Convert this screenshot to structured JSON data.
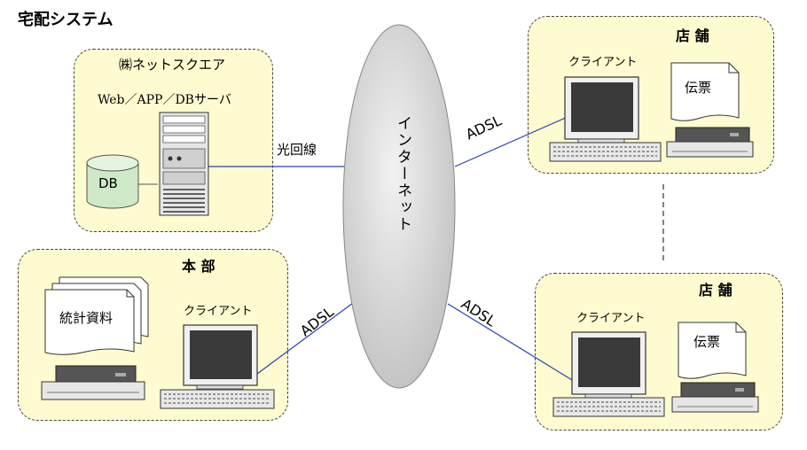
{
  "title": "宅配システム",
  "datacenter": {
    "name": "㈱ネットスクエア",
    "server_label": "Web／APP／DBサーバ",
    "db_label": "DB"
  },
  "internet": {
    "label": "インターネット"
  },
  "links": {
    "fiber": "光回線",
    "adsl_store_top": "ADSL",
    "adsl_store_bottom": "ADSL",
    "adsl_hq": "ADSL"
  },
  "store_top": {
    "name": "店 舗",
    "client_label": "クライアント",
    "doc_label": "伝票"
  },
  "store_bottom": {
    "name": "店 舗",
    "client_label": "クライアント",
    "doc_label": "伝票"
  },
  "hq": {
    "name": "本 部",
    "client_label": "クライアント",
    "doc_label": "統計資料"
  },
  "colors": {
    "region_fill": "#fffbd0",
    "line": "#2a3fb0",
    "cloud_fill": "#d4d4d4",
    "db_fill": "#cfe9c8",
    "screen": "#3a3a3a"
  }
}
